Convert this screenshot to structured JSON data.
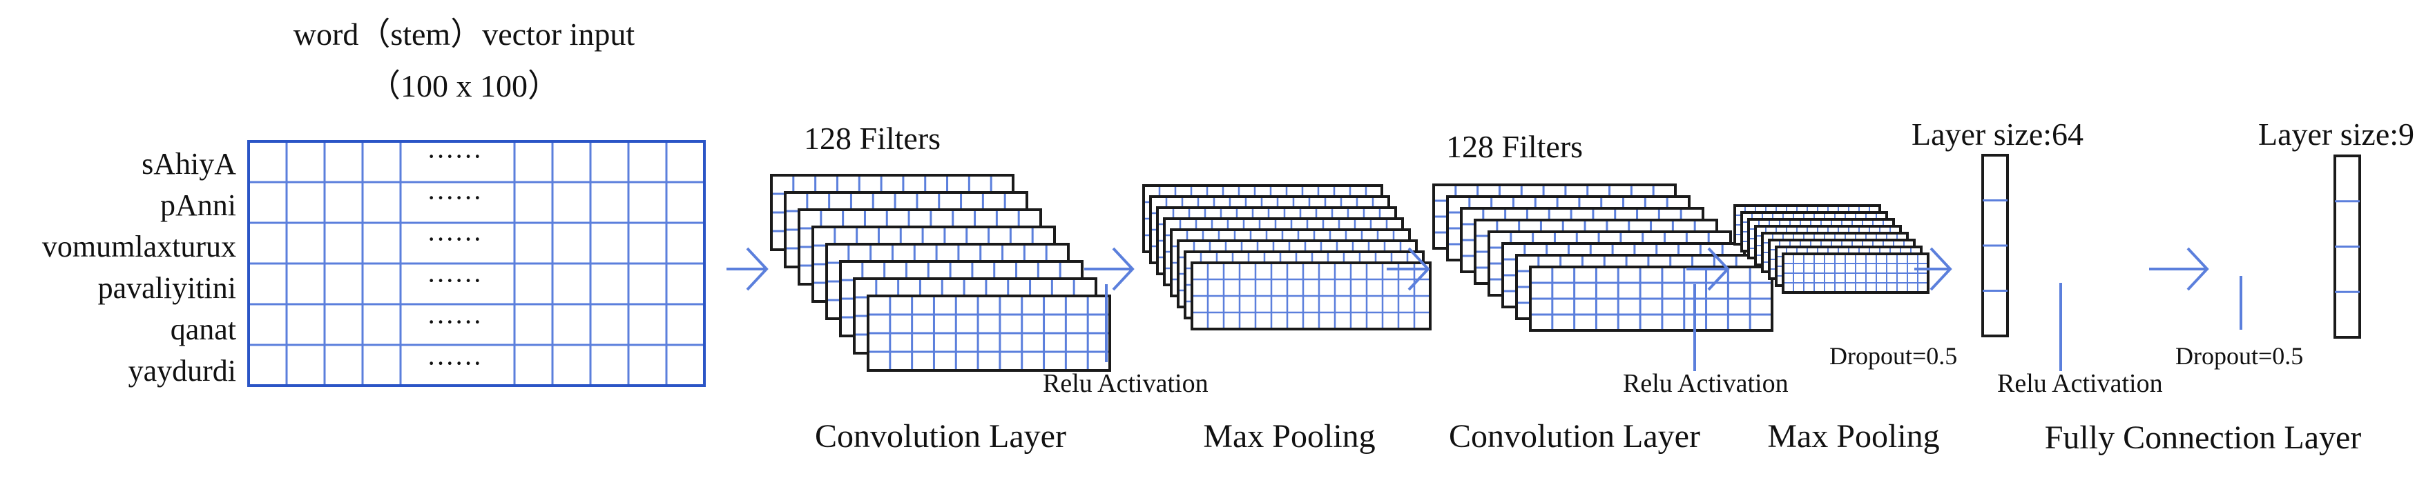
{
  "colors": {
    "grid_line": "#5b7fdc",
    "outline": "#1a1a1a",
    "background": "#ffffff",
    "text": "#111111"
  },
  "input": {
    "title": "word（stem）vector input",
    "dimensions": "（100 x 100）",
    "words": [
      "sAhiyA",
      "pAnni",
      "vomumlaxturux",
      "pavaliyitini",
      "qanat",
      "yaydurdi"
    ],
    "ellipsis": "······"
  },
  "stages": {
    "conv1": {
      "filters": "128 Filters",
      "name": "Convolution Layer"
    },
    "relu1": "Relu Activation",
    "pool1": {
      "name": "Max Pooling"
    },
    "conv2": {
      "filters": "128 Filters",
      "name": "Convolution Layer"
    },
    "relu2": "Relu Activation",
    "pool2": {
      "name": "Max Pooling"
    },
    "dropout1": "Dropout=0.5",
    "fc1": {
      "size": "Layer size:64"
    },
    "relu3": "Relu Activation",
    "dropout2": "Dropout=0.5",
    "fc2": {
      "size": "Layer size:9"
    },
    "fc_name": "Fully Connection Layer"
  },
  "arrow_icon": "right-arrow-icon"
}
